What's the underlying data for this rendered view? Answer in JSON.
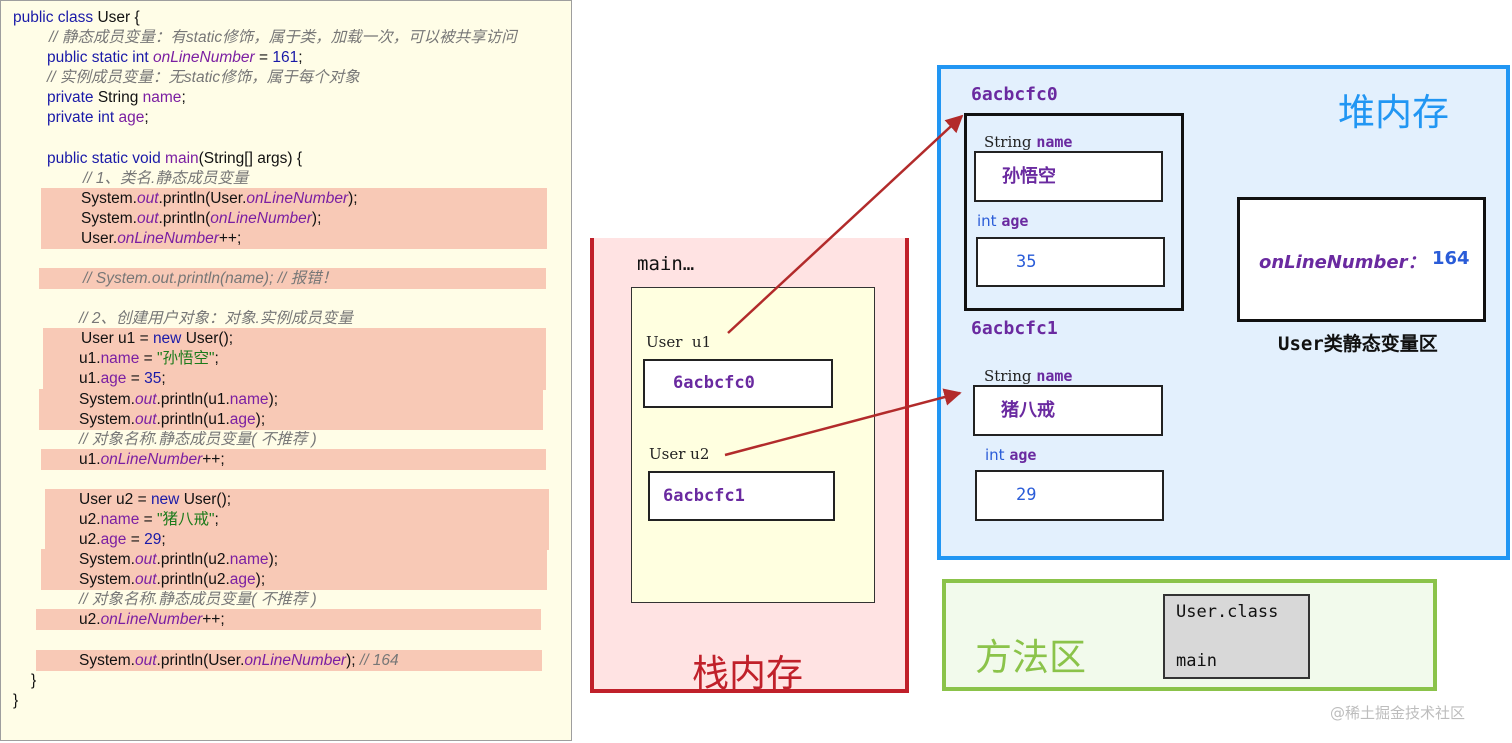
{
  "code": {
    "lines": [
      {
        "parts": [
          {
            "t": "public class ",
            "c": "kw"
          },
          {
            "t": "User {",
            "c": ""
          }
        ]
      },
      {
        "parts": [
          {
            "t": "// 静态成员变量：有static修饰，属于类，加载一次，可以被共享访问",
            "c": "cm"
          }
        ]
      },
      {
        "parts": [
          {
            "t": "public static int ",
            "c": "kw"
          },
          {
            "t": "onLineNumber",
            "c": "fld it"
          },
          {
            "t": " = ",
            "c": ""
          },
          {
            "t": "161",
            "c": "num"
          },
          {
            "t": ";",
            "c": ""
          }
        ]
      },
      {
        "parts": [
          {
            "t": "// 实例成员变量：无static修饰，属于每个对象",
            "c": "cm"
          }
        ]
      },
      {
        "parts": [
          {
            "t": "private ",
            "c": "kw"
          },
          {
            "t": "String ",
            "c": ""
          },
          {
            "t": "name",
            "c": "fld"
          },
          {
            "t": ";",
            "c": ""
          }
        ]
      },
      {
        "parts": [
          {
            "t": "private int ",
            "c": "kw"
          },
          {
            "t": "age",
            "c": "fld"
          },
          {
            "t": ";",
            "c": ""
          }
        ]
      },
      {
        "parts": []
      },
      {
        "parts": [
          {
            "t": "public static void ",
            "c": "kw"
          },
          {
            "t": "main",
            "c": "fld"
          },
          {
            "t": "(String[] args) {",
            "c": ""
          }
        ]
      },
      {
        "parts": [
          {
            "t": "// 1、类名.静态成员变量",
            "c": "cm"
          }
        ]
      },
      {
        "parts": [
          {
            "t": "System.",
            "c": ""
          },
          {
            "t": "out",
            "c": "fld it"
          },
          {
            "t": ".println(User.",
            "c": ""
          },
          {
            "t": "onLineNumber",
            "c": "fld it"
          },
          {
            "t": ");",
            "c": ""
          }
        ]
      },
      {
        "parts": [
          {
            "t": "System.",
            "c": ""
          },
          {
            "t": "out",
            "c": "fld it"
          },
          {
            "t": ".println(",
            "c": ""
          },
          {
            "t": "onLineNumber",
            "c": "fld it"
          },
          {
            "t": ");",
            "c": ""
          }
        ]
      },
      {
        "parts": [
          {
            "t": "User.",
            "c": ""
          },
          {
            "t": "onLineNumber",
            "c": "fld it"
          },
          {
            "t": "++;",
            "c": ""
          }
        ]
      },
      {
        "parts": []
      },
      {
        "parts": [
          {
            "t": "// System.out.println(name); // 报错！",
            "c": "cm"
          }
        ]
      },
      {
        "parts": []
      },
      {
        "parts": [
          {
            "t": "// 2、创建用户对象：对象.实例成员变量",
            "c": "cm"
          }
        ]
      },
      {
        "parts": [
          {
            "t": "User u1 = ",
            "c": ""
          },
          {
            "t": "new ",
            "c": "kw"
          },
          {
            "t": "User();",
            "c": ""
          }
        ]
      },
      {
        "parts": [
          {
            "t": "u1.",
            "c": ""
          },
          {
            "t": "name",
            "c": "fld"
          },
          {
            "t": " = ",
            "c": ""
          },
          {
            "t": "\"孙悟空\"",
            "c": "str"
          },
          {
            "t": ";",
            "c": ""
          }
        ]
      },
      {
        "parts": [
          {
            "t": "u1.",
            "c": ""
          },
          {
            "t": "age",
            "c": "fld"
          },
          {
            "t": " = ",
            "c": ""
          },
          {
            "t": "35",
            "c": "num"
          },
          {
            "t": ";",
            "c": ""
          }
        ]
      },
      {
        "parts": [
          {
            "t": "System.",
            "c": ""
          },
          {
            "t": "out",
            "c": "fld it"
          },
          {
            "t": ".println(u1.",
            "c": ""
          },
          {
            "t": "name",
            "c": "fld"
          },
          {
            "t": ");",
            "c": ""
          }
        ]
      },
      {
        "parts": [
          {
            "t": "System.",
            "c": ""
          },
          {
            "t": "out",
            "c": "fld it"
          },
          {
            "t": ".println(u1.",
            "c": ""
          },
          {
            "t": "age",
            "c": "fld"
          },
          {
            "t": ");",
            "c": ""
          }
        ]
      },
      {
        "parts": [
          {
            "t": "// 对象名称.静态成员变量( 不推荐 )",
            "c": "cm"
          }
        ]
      },
      {
        "parts": [
          {
            "t": "u1.",
            "c": ""
          },
          {
            "t": "onLineNumber",
            "c": "fld it"
          },
          {
            "t": "++;",
            "c": ""
          }
        ]
      },
      {
        "parts": []
      },
      {
        "parts": [
          {
            "t": "User u2 = ",
            "c": ""
          },
          {
            "t": "new ",
            "c": "kw"
          },
          {
            "t": "User();",
            "c": ""
          }
        ]
      },
      {
        "parts": [
          {
            "t": "u2.",
            "c": ""
          },
          {
            "t": "name",
            "c": "fld"
          },
          {
            "t": " = ",
            "c": ""
          },
          {
            "t": "\"猪八戒\"",
            "c": "str"
          },
          {
            "t": ";",
            "c": ""
          }
        ]
      },
      {
        "parts": [
          {
            "t": "u2.",
            "c": ""
          },
          {
            "t": "age",
            "c": "fld"
          },
          {
            "t": " = ",
            "c": ""
          },
          {
            "t": "29",
            "c": "num"
          },
          {
            "t": ";",
            "c": ""
          }
        ]
      },
      {
        "parts": [
          {
            "t": "System.",
            "c": ""
          },
          {
            "t": "out",
            "c": "fld it"
          },
          {
            "t": ".println(u2.",
            "c": ""
          },
          {
            "t": "name",
            "c": "fld"
          },
          {
            "t": ");",
            "c": ""
          }
        ]
      },
      {
        "parts": [
          {
            "t": "System.",
            "c": ""
          },
          {
            "t": "out",
            "c": "fld it"
          },
          {
            "t": ".println(u2.",
            "c": ""
          },
          {
            "t": "age",
            "c": "fld"
          },
          {
            "t": ");",
            "c": ""
          }
        ]
      },
      {
        "parts": [
          {
            "t": "// 对象名称.静态成员变量( 不推荐 )",
            "c": "cm"
          }
        ]
      },
      {
        "parts": [
          {
            "t": "u2.",
            "c": ""
          },
          {
            "t": "onLineNumber",
            "c": "fld it"
          },
          {
            "t": "++;",
            "c": ""
          }
        ]
      },
      {
        "parts": []
      },
      {
        "parts": [
          {
            "t": "System.",
            "c": ""
          },
          {
            "t": "out",
            "c": "fld it"
          },
          {
            "t": ".println(User.",
            "c": ""
          },
          {
            "t": "onLineNumber",
            "c": "fld it"
          },
          {
            "t": "); ",
            "c": ""
          },
          {
            "t": "// 164",
            "c": "cm"
          }
        ]
      },
      {
        "parts": [
          {
            "t": "}",
            "c": ""
          }
        ]
      },
      {
        "parts": [
          {
            "t": "}",
            "c": ""
          }
        ]
      }
    ]
  },
  "stack": {
    "title": "栈内存",
    "frame_label": "main…",
    "u1_label": "User  u1",
    "u1_ref": "6acbcfc0",
    "u2_label": "User u2",
    "u2_ref": "6acbcfc1"
  },
  "heap": {
    "title": "堆内存",
    "obj1": {
      "address": "6acbcfc0",
      "name_type": "String ",
      "name_field": "name",
      "name_value": "孙悟空",
      "age_type": "int ",
      "age_field": "age",
      "age_value": "35"
    },
    "obj2": {
      "address": "6acbcfc1",
      "name_type": "String ",
      "name_field": "name",
      "name_value": "猪八戒",
      "age_type": "int ",
      "age_field": "age",
      "age_value": "29"
    },
    "static_var": "onLineNumber：",
    "static_value": "164",
    "static_area_label": "User类静态变量区"
  },
  "method_area": {
    "title": "方法区",
    "class_name": "User.class",
    "method_name": "main"
  },
  "watermark": "@稀土掘金技术社区",
  "colors": {
    "stack": "#c0202a",
    "heap": "#2196f3",
    "method": "#8bc34a",
    "arrow": "#b22b2b"
  }
}
